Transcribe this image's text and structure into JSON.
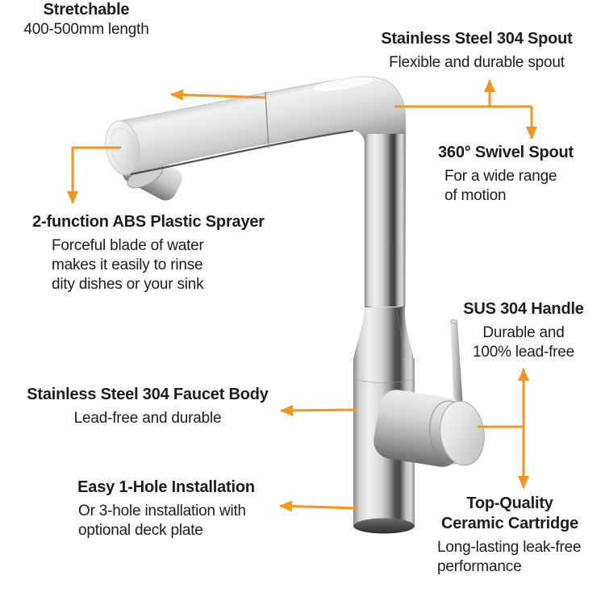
{
  "colors": {
    "accent": "#F7941E",
    "text": "#1D1D1D",
    "background": "#FFFFFF"
  },
  "callouts": {
    "stretchable": {
      "title": "Stretchable",
      "lines": [
        "400-500mm length"
      ]
    },
    "spout": {
      "title": "Stainless Steel 304 Spout",
      "lines": [
        "Flexible and durable spout"
      ]
    },
    "swivel": {
      "title": "360° Swivel Spout",
      "lines": [
        "For a wide range",
        "of motion"
      ]
    },
    "sprayer": {
      "title": "2-function ABS Plastic Sprayer",
      "lines": [
        "Forceful blade of water",
        "makes it easily to rinse",
        "dity dishes or your sink"
      ]
    },
    "handle": {
      "title": "SUS 304 Handle",
      "lines": [
        "Durable and",
        "100% lead-free"
      ]
    },
    "body": {
      "title": "Stainless Steel 304 Faucet Body",
      "lines": [
        "Lead-free and durable"
      ]
    },
    "installation": {
      "title": "Easy 1-Hole Installation",
      "lines": [
        "Or 3-hole installation with",
        "optional deck plate"
      ]
    },
    "cartridge": {
      "title_line1": "Top-Quality",
      "title_line2": "Ceramic Cartridge",
      "lines": [
        "Long-lasting leak-free",
        "performance"
      ]
    }
  }
}
